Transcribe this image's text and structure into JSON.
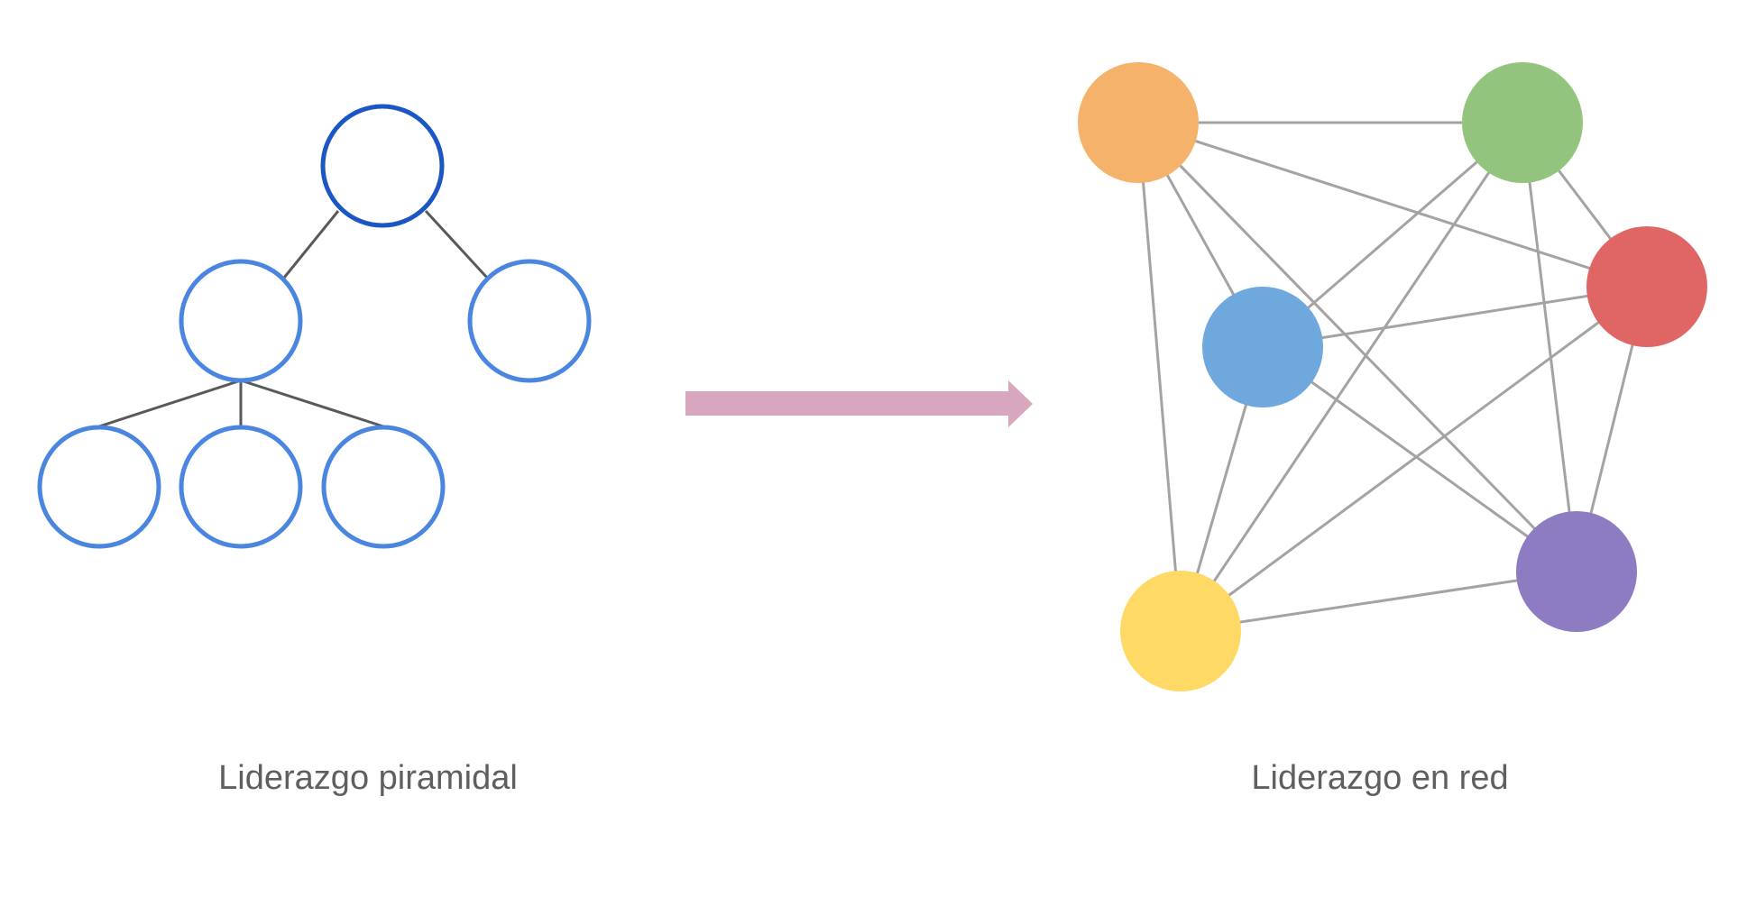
{
  "diagram": {
    "pyramid": {
      "caption": "Liderazgo piramidal",
      "top_color": "#1a56c4",
      "node_color": "#4a86e0",
      "line_color": "#595959"
    },
    "arrow": {
      "color": "#d8a7bf"
    },
    "network": {
      "caption": "Liderazgo en red",
      "line_color": "#a3a3a3",
      "nodes": [
        {
          "id": "orange",
          "color": "#f5b26b"
        },
        {
          "id": "green",
          "color": "#93c47d"
        },
        {
          "id": "red",
          "color": "#e06666"
        },
        {
          "id": "blue",
          "color": "#6fa8dc"
        },
        {
          "id": "purple",
          "color": "#8e7cc3"
        },
        {
          "id": "yellow",
          "color": "#ffd966"
        }
      ]
    }
  }
}
